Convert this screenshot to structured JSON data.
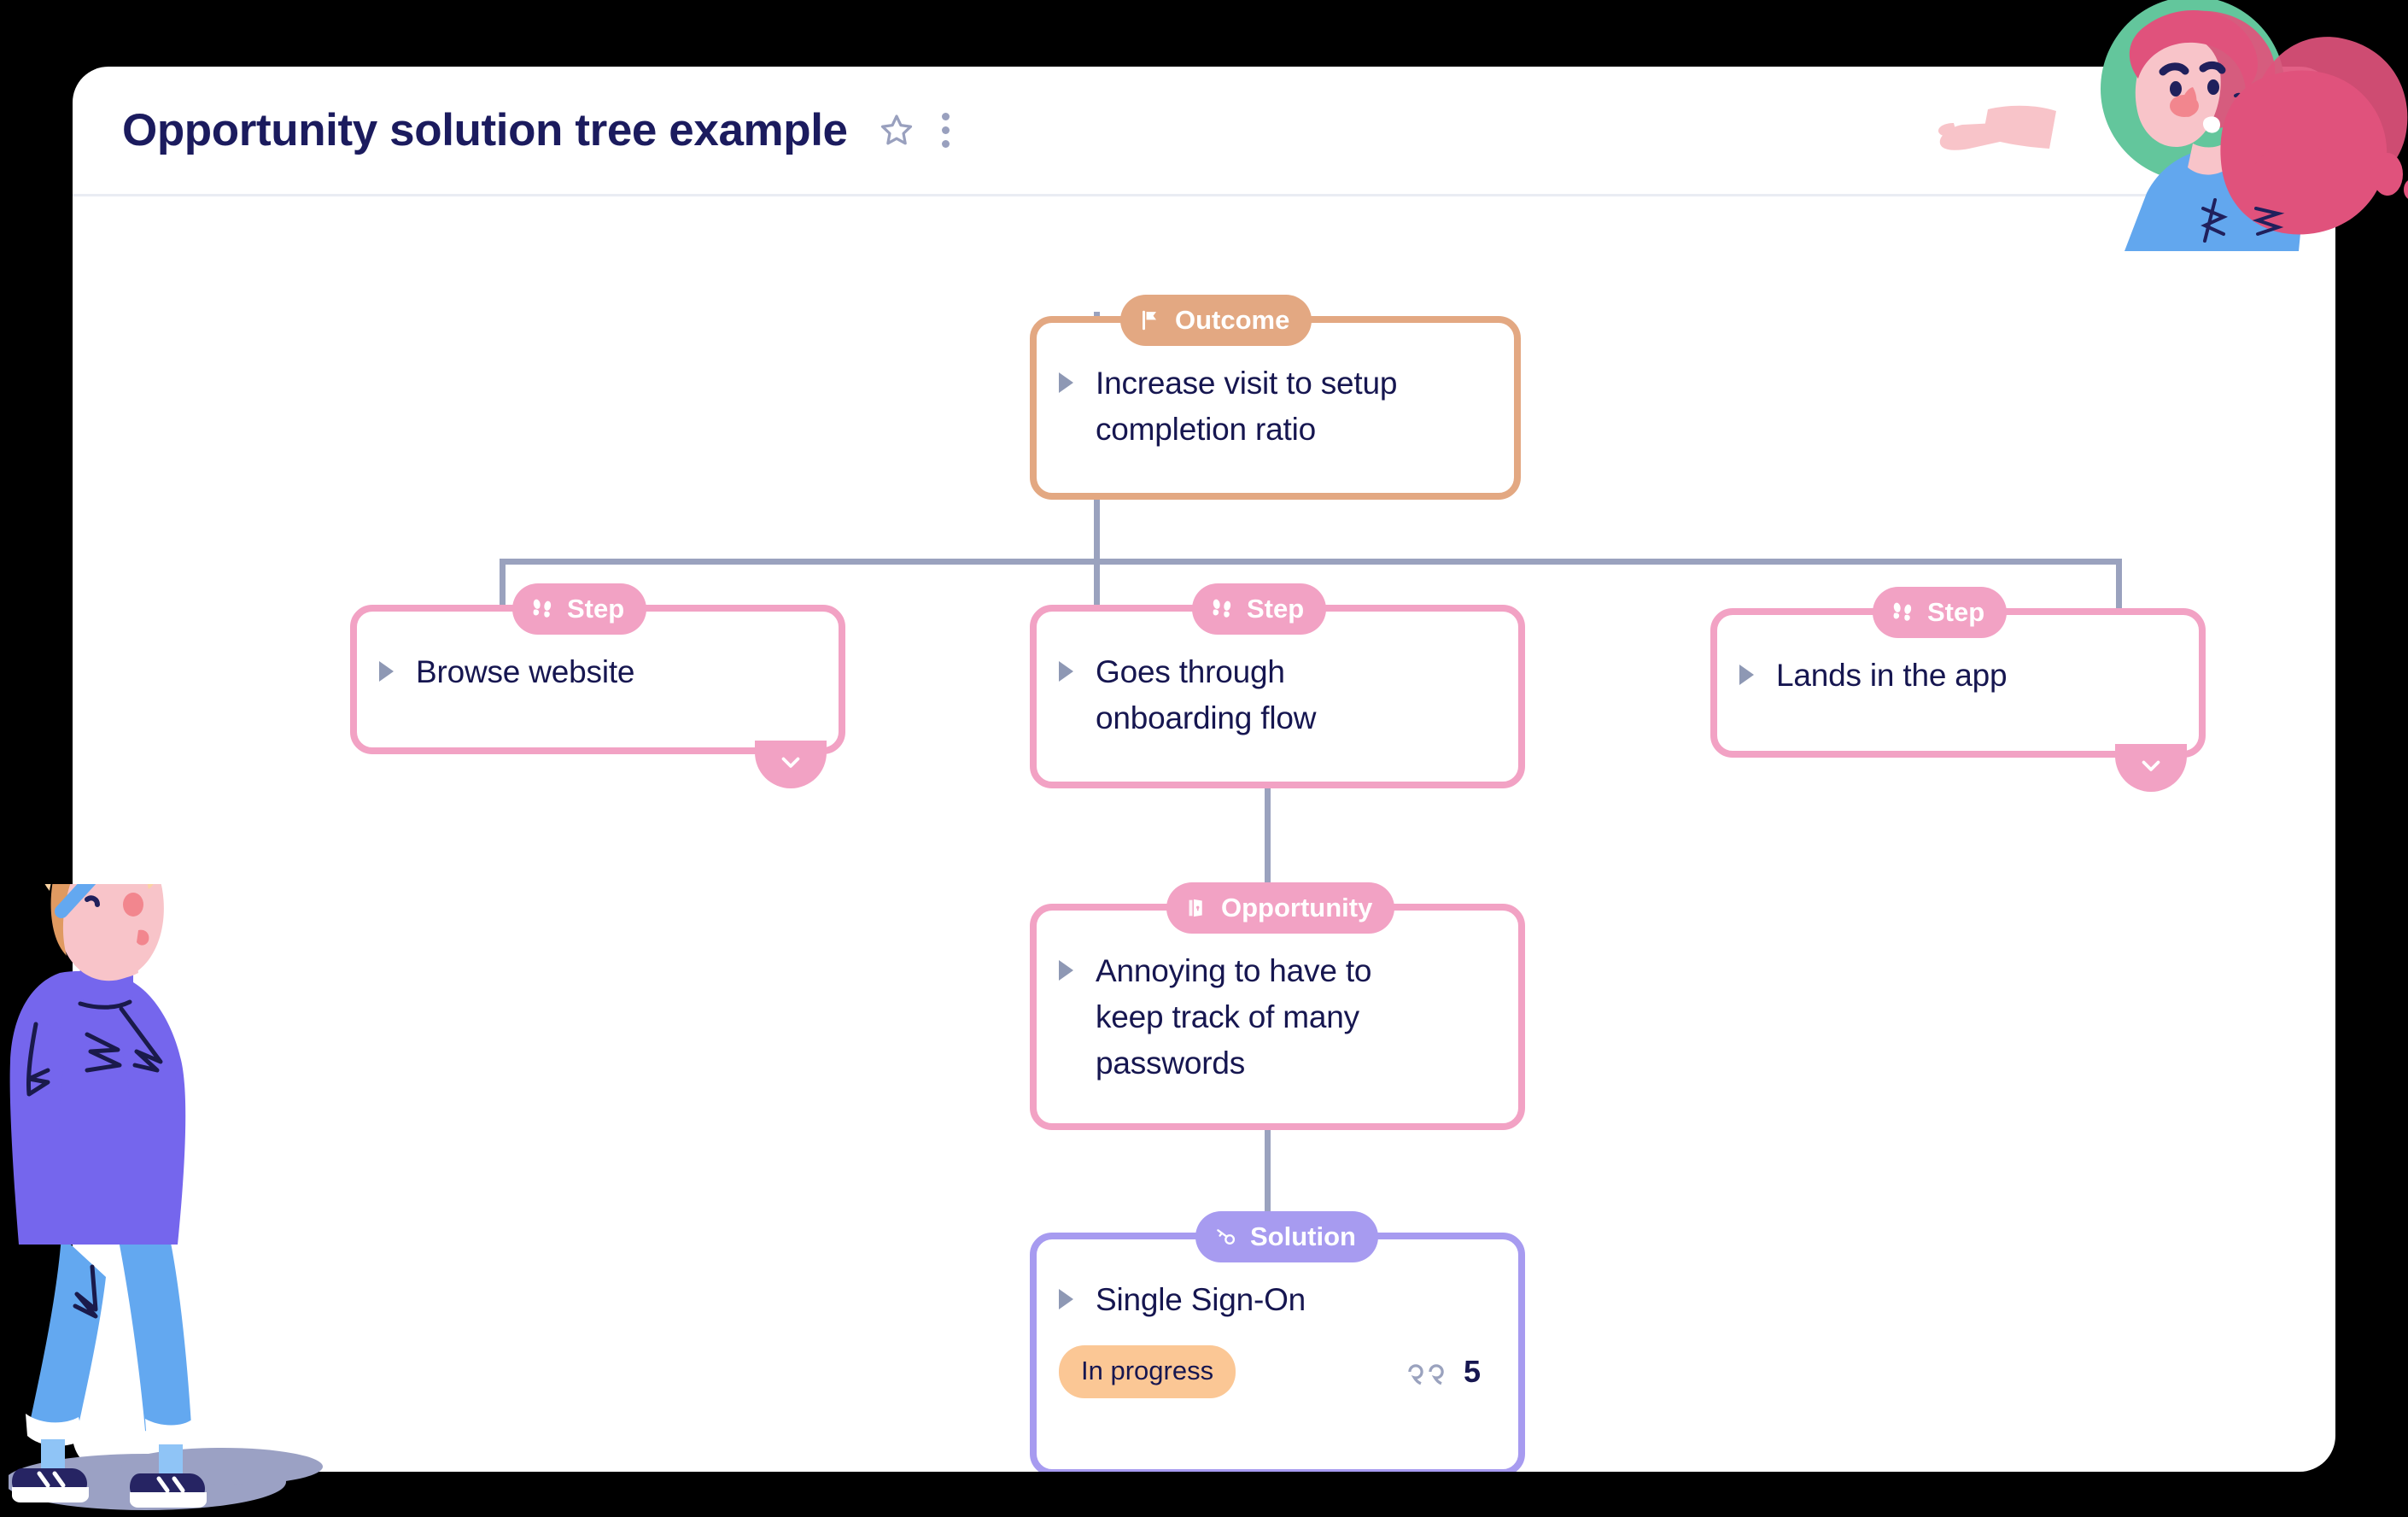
{
  "header": {
    "title": "Opportunity solution tree example",
    "star_icon": "star-outline-icon",
    "menu_icon": "more-vertical-icon"
  },
  "colors": {
    "outcome": "#E3A882",
    "step": "#F2A2C4",
    "opportunity": "#F2A2C4",
    "solution": "#A79BF0",
    "connector": "#9AA2BE",
    "text": "#161650",
    "status_in_progress_bg": "#FBC795",
    "card_bg": "#FFFFFF",
    "page_bg": "#000000"
  },
  "tree": {
    "outcome": {
      "badge_label": "Outcome",
      "badge_icon": "flag-icon",
      "text": "Increase visit to setup completion ratio",
      "caret_icon": "caret-right-icon"
    },
    "steps": [
      {
        "badge_label": "Step",
        "badge_icon": "footsteps-icon",
        "text": "Browse website",
        "caret_icon": "caret-right-icon",
        "expand_icon": "chevron-down-icon",
        "has_expand": true
      },
      {
        "badge_label": "Step",
        "badge_icon": "footsteps-icon",
        "text": "Goes through onboarding flow",
        "caret_icon": "caret-right-icon",
        "expand_icon": "chevron-down-icon",
        "has_expand": false
      },
      {
        "badge_label": "Step",
        "badge_icon": "footsteps-icon",
        "text": "Lands in the app",
        "caret_icon": "caret-right-icon",
        "expand_icon": "chevron-down-icon",
        "has_expand": true
      }
    ],
    "opportunity": {
      "badge_label": "Opportunity",
      "badge_icon": "open-door-icon",
      "text": "Annoying to have to keep track of many passwords",
      "caret_icon": "caret-right-icon"
    },
    "solution": {
      "badge_label": "Solution",
      "badge_icon": "key-icon",
      "text": "Single Sign-On",
      "caret_icon": "caret-right-icon",
      "status_label": "In progress",
      "comment_icon": "quote-icon",
      "comment_count": "5"
    }
  },
  "illustrations": {
    "woman": "woman-waving-illustration",
    "man": "man-thinking-illustration"
  }
}
